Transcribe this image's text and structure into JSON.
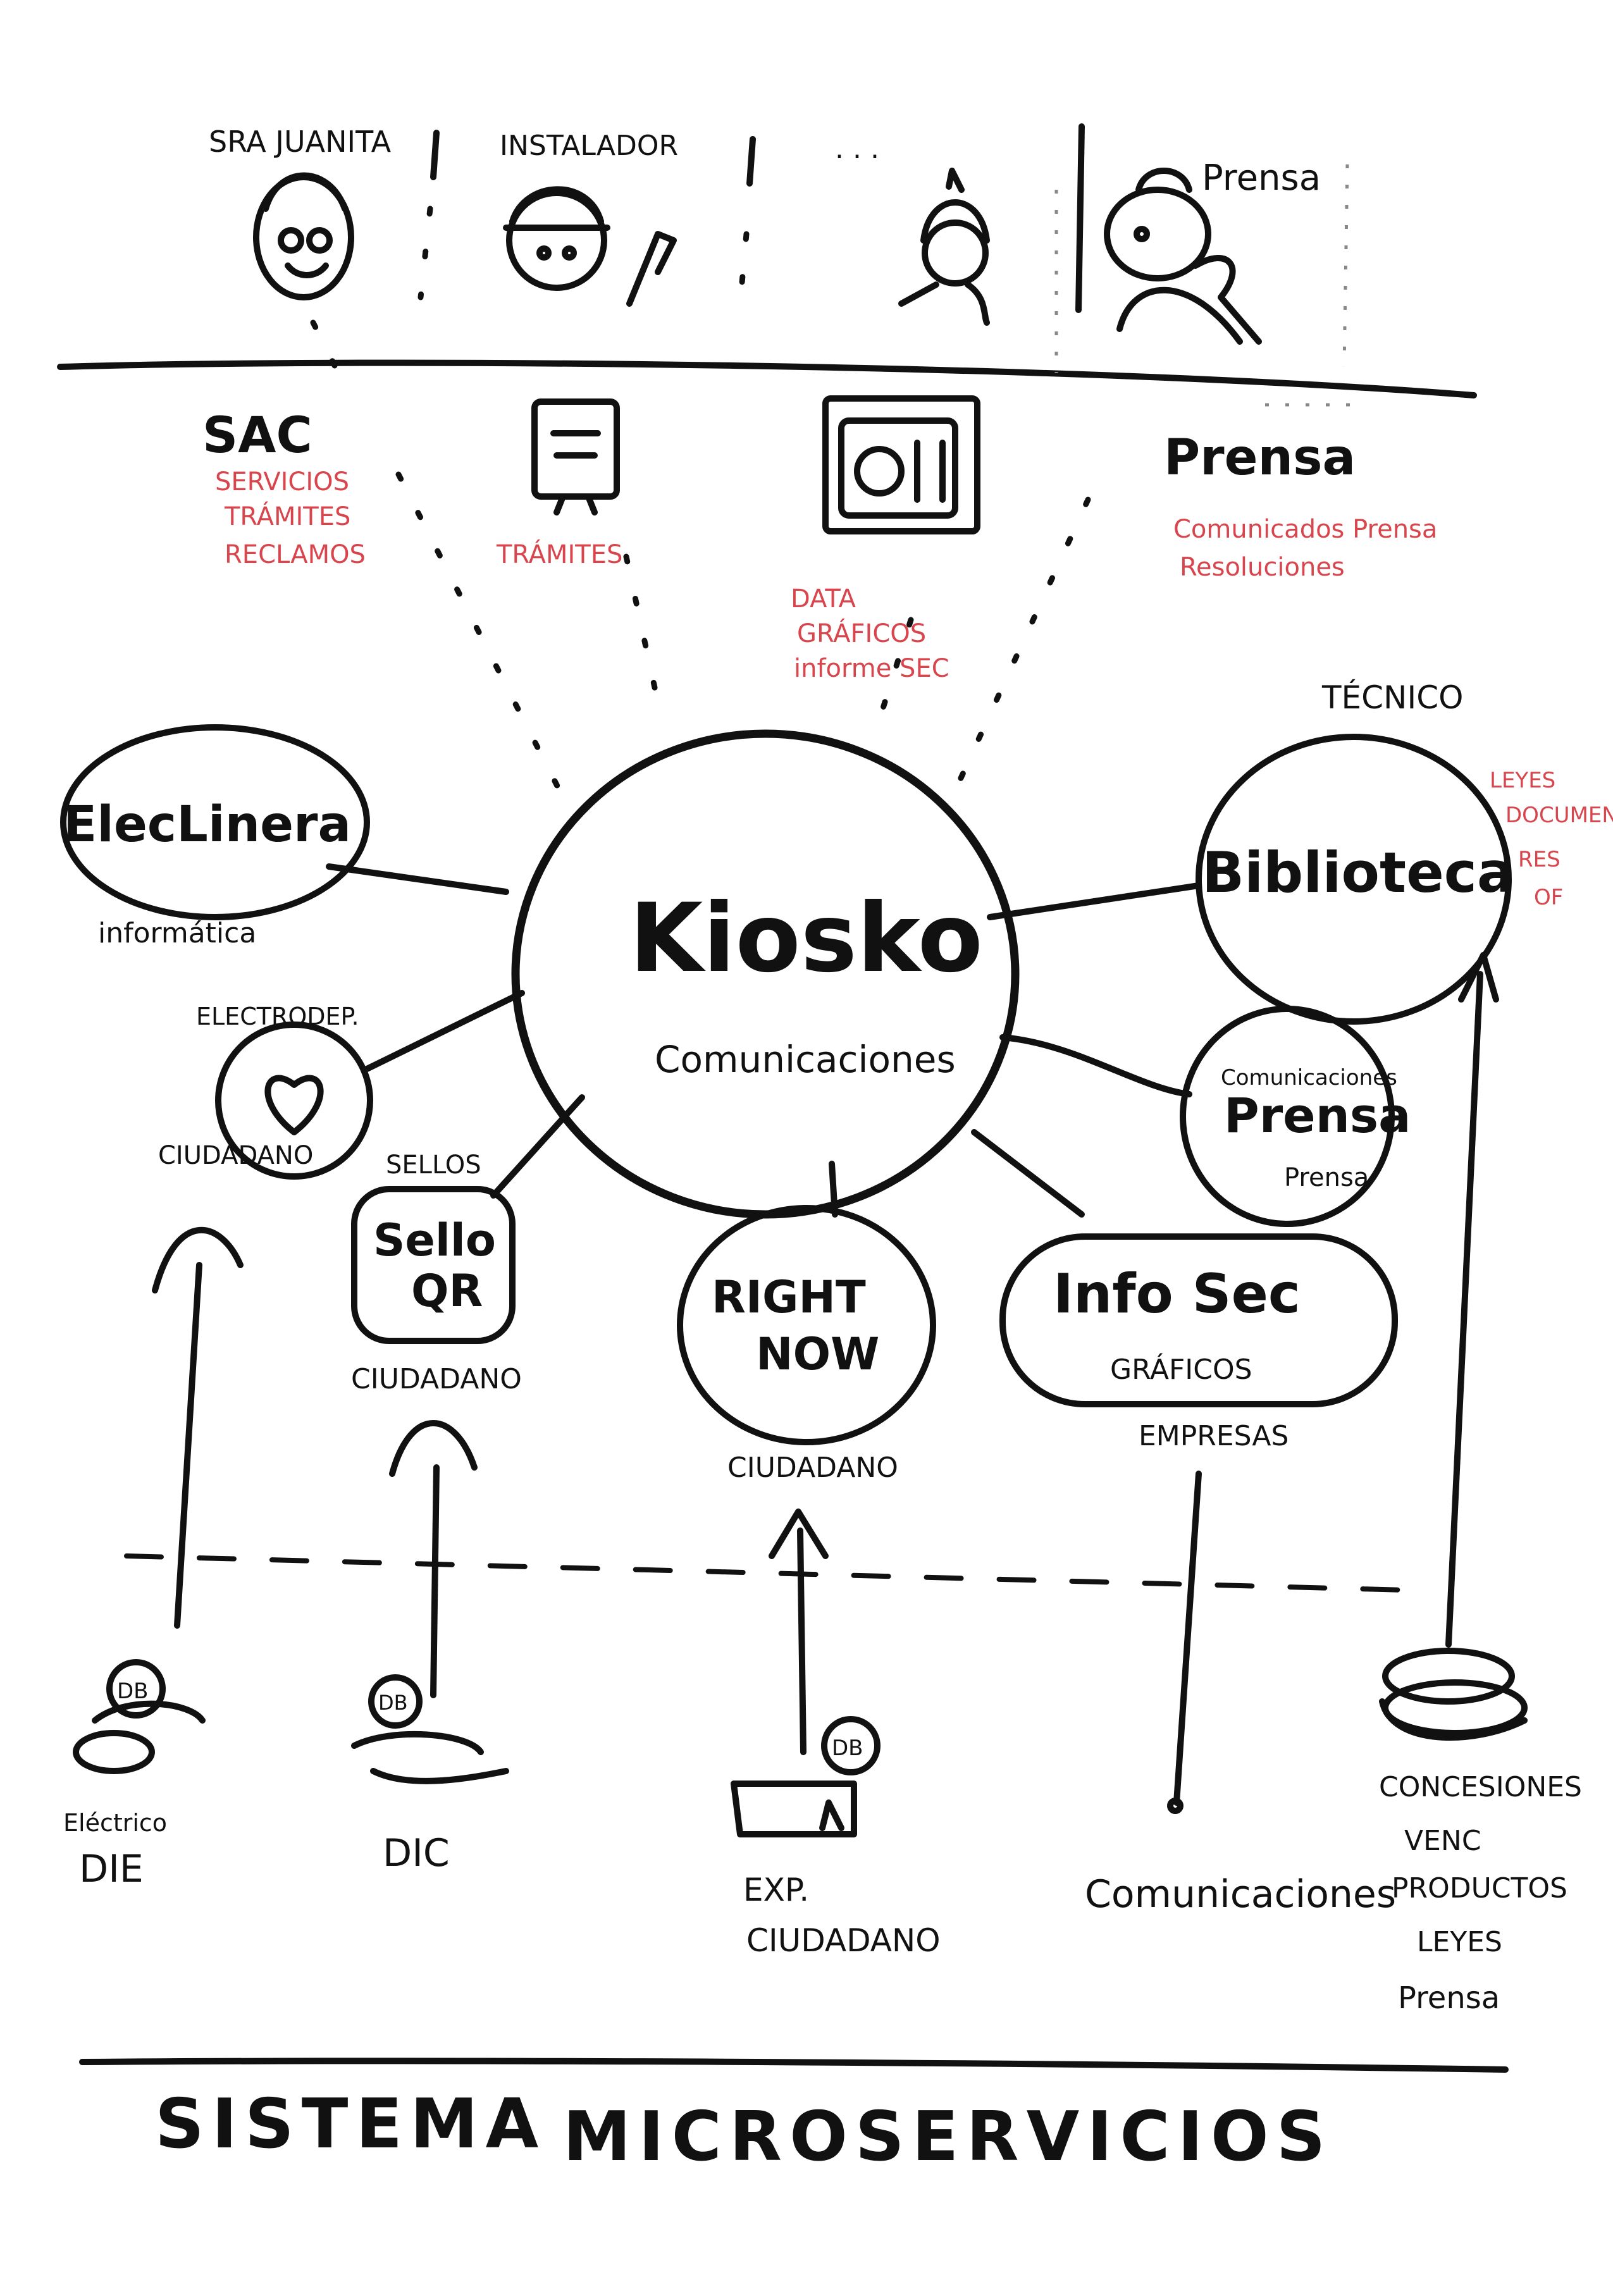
{
  "actors": {
    "sra_juanita": "SRA JUANITA",
    "instalador": "INSTALADOR",
    "dots": ". . .",
    "prensa": "Prensa"
  },
  "channels": {
    "sac": {
      "label": "SAC",
      "notes": [
        "SERVICIOS",
        "TRÁMITES",
        "RECLAMOS"
      ]
    },
    "tramites": {
      "notes": [
        "TRÁMITES"
      ]
    },
    "data": {
      "notes": [
        "DATA",
        "GRÁFICOS",
        "informe SEC"
      ]
    },
    "prensa": {
      "label": "Prensa",
      "notes": [
        "Comunicados Prensa",
        "Resoluciones"
      ]
    }
  },
  "center": {
    "title": "Kiosko",
    "subtitle": "Comunicaciones"
  },
  "services": {
    "electrolinera": {
      "label": "ElecLinera",
      "sub": "informática"
    },
    "electrodep": {
      "top": "ELECTRODEP.",
      "sub": "CIUDADANO"
    },
    "sello": {
      "top": "SELLOS",
      "label1": "Sello",
      "label2": "QR",
      "sub": "CIUDADANO"
    },
    "right_now": {
      "label1": "RIGHT",
      "label2": "NOW",
      "sub": "CIUDADANO"
    },
    "info_sec": {
      "label": "Info Sec",
      "gr": "GRÁFICOS",
      "sub": "EMPRESAS"
    },
    "biblioteca": {
      "top": "TÉCNICO",
      "label": "Biblioteca",
      "notes": [
        "LEYES",
        "DOCUMENT",
        "RES",
        "OF"
      ]
    },
    "prensa_node": {
      "label": "Prensa",
      "top": "Comunicaciones",
      "sub": "Prensa"
    }
  },
  "databases": {
    "db1": {
      "tag": "DB",
      "label1": "Eléctrico",
      "label2": "DIE"
    },
    "db2": {
      "tag": "DB",
      "label1": "DIC"
    },
    "db3": {
      "tag": "DB",
      "label1": "EXP.",
      "label2": "CIUDADANO"
    },
    "db4": {
      "label1": "Comunicaciones"
    },
    "db5": {
      "label1": "CONCESIONES",
      "label2": "VENC",
      "label3": "PRODUCTOS",
      "label4": "LEYES",
      "label5": "Prensa"
    }
  },
  "footer": {
    "left": "SISTEMA",
    "right": "MICROSERVICIOS"
  },
  "colors": {
    "ink": "#111111",
    "annotation": "#d8454d"
  }
}
